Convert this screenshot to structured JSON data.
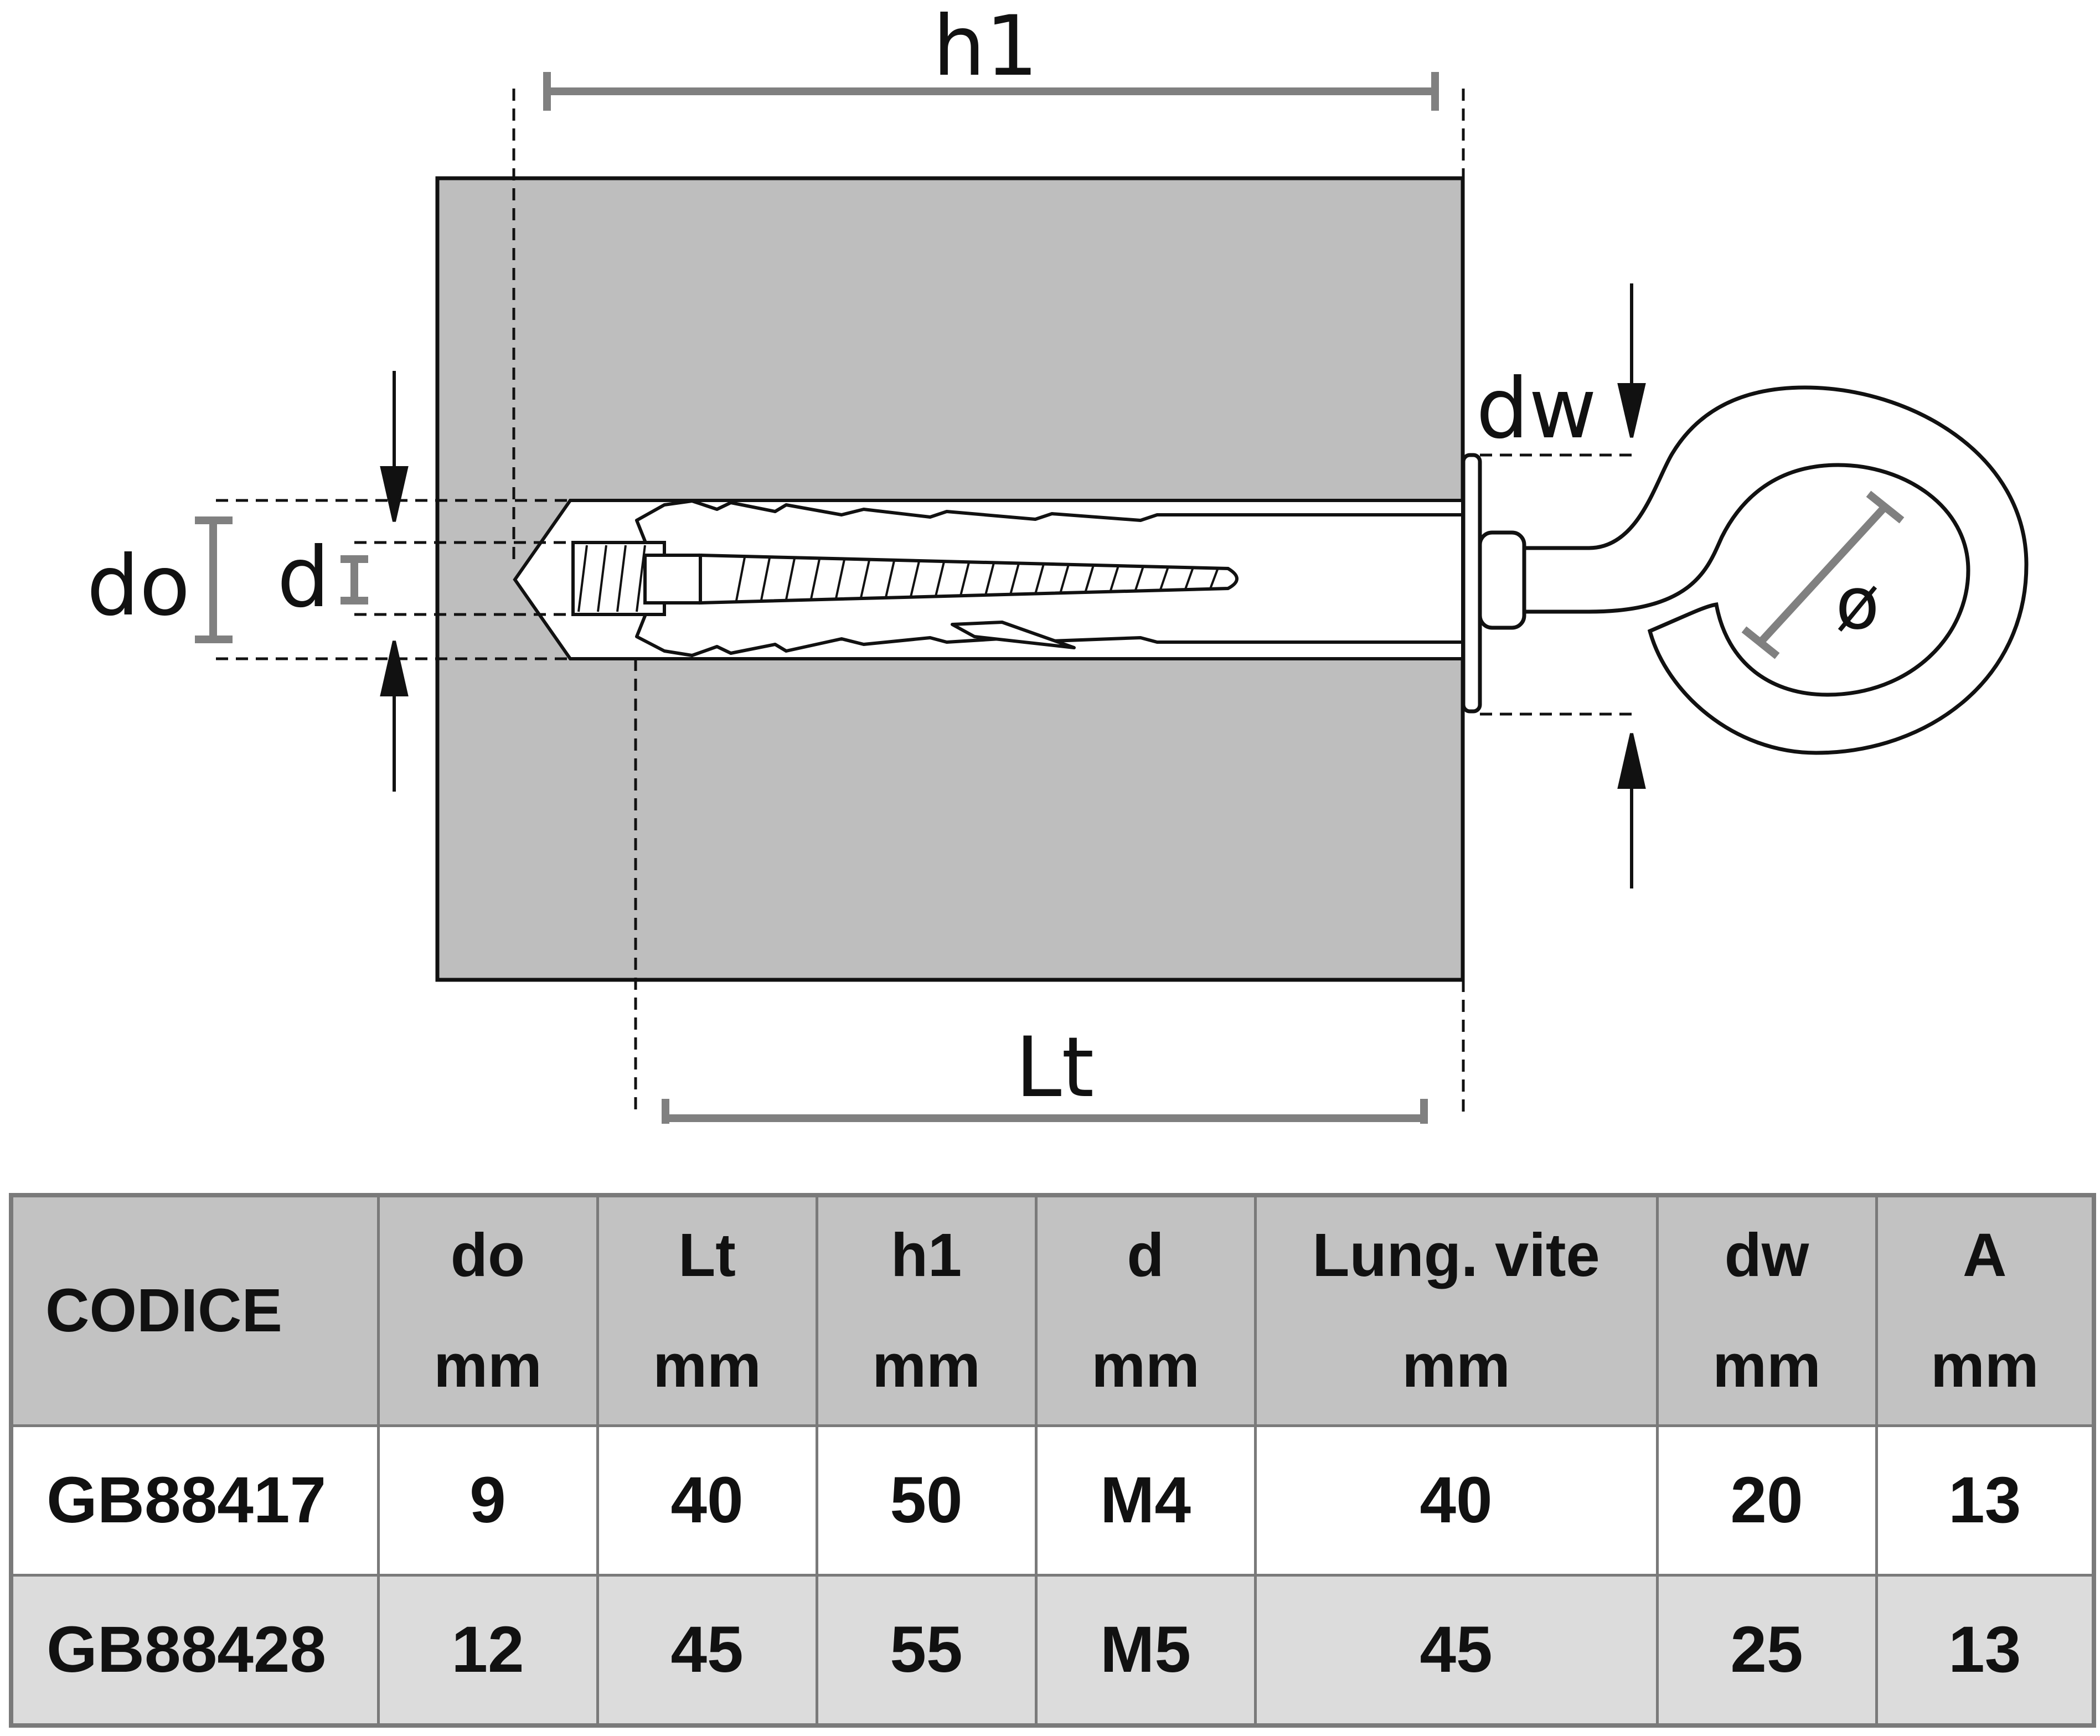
{
  "diagram": {
    "labels": {
      "h1": "h1",
      "lt": "Lt",
      "do": "do",
      "d": "d",
      "dw": "dw",
      "diameter": "ø"
    },
    "colors": {
      "wall": "#bebebe",
      "dimension": "#808080",
      "outline": "#111111"
    }
  },
  "table": {
    "headers": [
      {
        "line1": "CODICE",
        "line2": ""
      },
      {
        "line1": "do",
        "line2": "mm"
      },
      {
        "line1": "Lt",
        "line2": "mm"
      },
      {
        "line1": "h1",
        "line2": "mm"
      },
      {
        "line1": "d",
        "line2": "mm"
      },
      {
        "line1": "Lung. vite",
        "line2": "mm"
      },
      {
        "line1": "dw",
        "line2": "mm"
      },
      {
        "line1": "A",
        "line2": "mm"
      }
    ],
    "rows": [
      [
        "GB88417",
        "9",
        "40",
        "50",
        "M4",
        "40",
        "20",
        "13"
      ],
      [
        "GB88428",
        "12",
        "45",
        "55",
        "M5",
        "45",
        "25",
        "13"
      ]
    ],
    "colors": {
      "header_bg": "#c2c2c2",
      "row_even_bg": "#dcdcdc",
      "border": "#7a7a7a"
    }
  }
}
